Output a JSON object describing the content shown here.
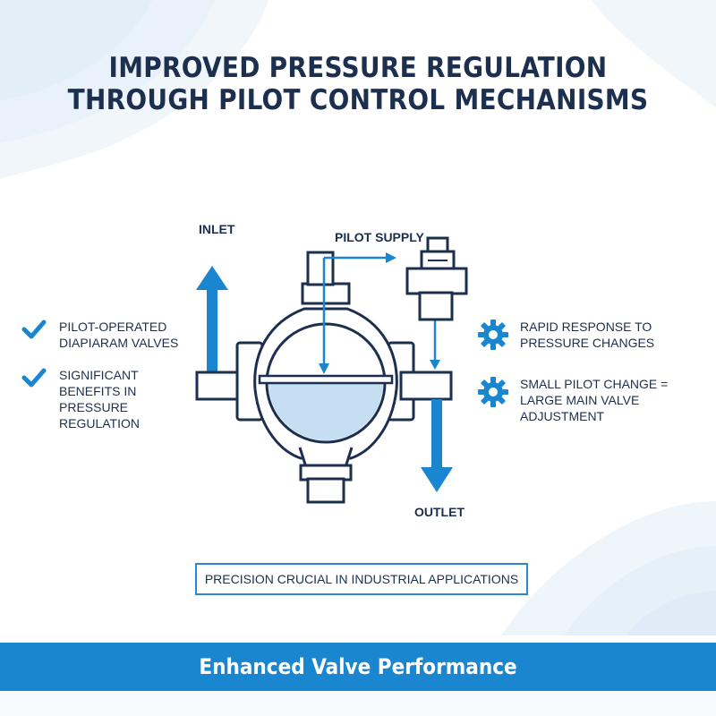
{
  "title": {
    "line1": "IMPROVED PRESSURE REGULATION",
    "line2": "THROUGH PILOT CONTROL MECHANISMS"
  },
  "diagram": {
    "inlet_label": "INLET",
    "pilot_supply_label": "PILOT SUPPLY",
    "outlet_label": "OUTLET"
  },
  "left_points": [
    {
      "icon": "check-icon",
      "text": "PILOT-OPERATED DIAPIARAM VALVES"
    },
    {
      "icon": "check-icon",
      "text": "SIGNIFICANT BENEFITS IN PRESSURE REGULATION"
    }
  ],
  "right_points": [
    {
      "icon": "gear-icon",
      "text": "RAPID RESPONSE TO PRESSURE CHANGES"
    },
    {
      "icon": "gear-icon",
      "text": "SMALL PILOT CHANGE = LARGE MAIN VALVE ADJUSTMENT"
    }
  ],
  "callout": "PRECISION CRUCIAL IN INDUSTRIAL APPLICATIONS",
  "banner": "Enhanced Valve Performance",
  "colors": {
    "accent": "#1a86d0",
    "navy": "#1d2f4e",
    "fluid": "#c5def2"
  }
}
